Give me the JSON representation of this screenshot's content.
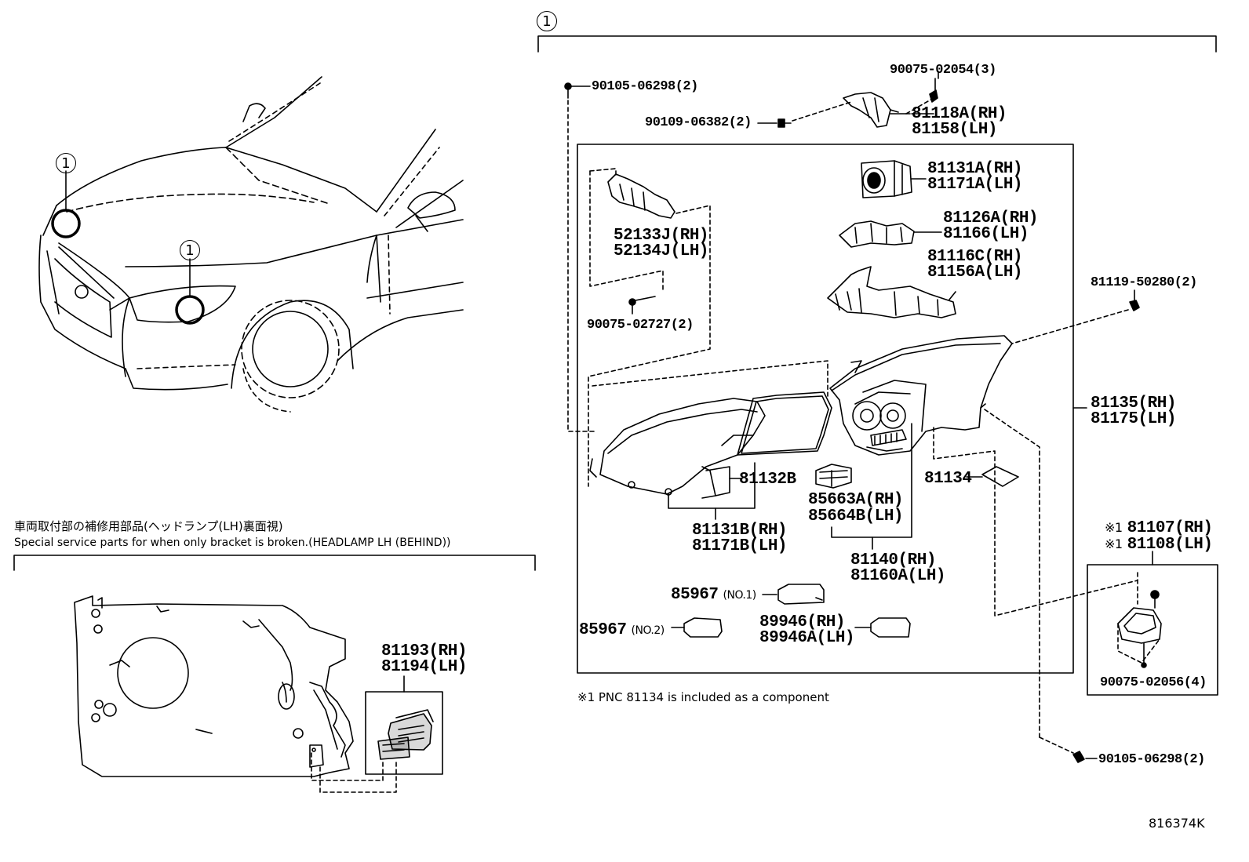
{
  "callouts": {
    "ref_1": "1"
  },
  "parts": {
    "p90105_06298_top": "90105-06298(2)",
    "p90075_02054": "90075-02054(3)",
    "p90109_06382": "90109-06382(2)",
    "p81118A": "81118A(RH)",
    "p81158": "81158(LH)",
    "p81131A": "81131A(RH)",
    "p81171A": "81171A(LH)",
    "p52133J": "52133J(RH)",
    "p52134J": "52134J(LH)",
    "p81126A": "81126A(RH)",
    "p81166": "81166(LH)",
    "p81116C": "81116C(RH)",
    "p81156A": "81156A(LH)",
    "p81119_50280": "81119-50280(2)",
    "p90075_02727": "90075-02727(2)",
    "p81135": "81135(RH)",
    "p81175": "81175(LH)",
    "p81132B": "81132B",
    "p81134": "81134",
    "p85663A": "85663A(RH)",
    "p85664B": "85664B(LH)",
    "p81131B": "81131B(RH)",
    "p81171B": "81171B(LH)",
    "p81107_mark": "※1",
    "p81107": "81107(RH)",
    "p81108_mark": "※1",
    "p81108": "81108(LH)",
    "p81140": "81140(RH)",
    "p81160A": "81160A(LH)",
    "p85967_1": "85967",
    "p85967_1_sub": "(NO.1)",
    "p85967_2": "85967",
    "p85967_2_sub": "(NO.2)",
    "p89946": "89946(RH)",
    "p89946A": "89946A(LH)",
    "p90075_02056": "90075-02056(4)",
    "p90105_06298_bot": "90105-06298(2)",
    "p81193": "81193(RH)",
    "p81194": "81194(LH)"
  },
  "texts": {
    "service_jp": "車両取付部の補修用部品(ヘッドランプ(LH)裏面視)",
    "service_en": "Special service parts for when only bracket is broken.(HEADLAMP LH (BEHIND))",
    "footnote": "※1 PNC 81134 is included as a component",
    "diagram_id": "816374K"
  }
}
